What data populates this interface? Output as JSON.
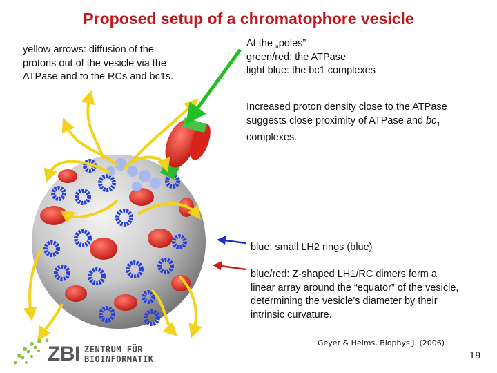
{
  "slide": {
    "title": "Proposed setup of a chromatophore vesicle",
    "left_caption": "yellow arrows: diffusion of the\nprotons out of the vesicle via the\nATPase and to the RCs and bc1s.",
    "poles_caption": "At the „poles”\ngreen/red: the ATPase\nlight blue: the bc1 complexes",
    "density_caption_pre": "Increased proton density close to the ATPase\nsuggests close proximity of ATPase and ",
    "density_caption_italic": "bc",
    "density_caption_sub": "1",
    "density_caption_post": "\ncomplexes.",
    "blue_caption": "blue: small LH2 rings (blue)",
    "red_caption": "blue/red: Z-shaped LH1/RC dimers form a\nlinear array around the “equator” of the vesicle,\ndetermining the vesicle’s diameter by their\nintrinsic curvature.",
    "citation": "Geyer & Helms, Biophys J. (2006)",
    "slide_number": "19"
  },
  "logo": {
    "short": "ZBI",
    "line1": "ZENTRUM FÜR",
    "line2": "BIOINFORMATIK"
  },
  "colors": {
    "title": "#c0171b",
    "green_arrow": "#22c022",
    "blue_arrow": "#1a2fd0",
    "red_arrow": "#d21c1c",
    "yellow_arrows": "#f2d21a",
    "lh2_rings": "#2a3fe0",
    "rc_dimers": "#e0281e",
    "bc1": "#aab8f0"
  }
}
